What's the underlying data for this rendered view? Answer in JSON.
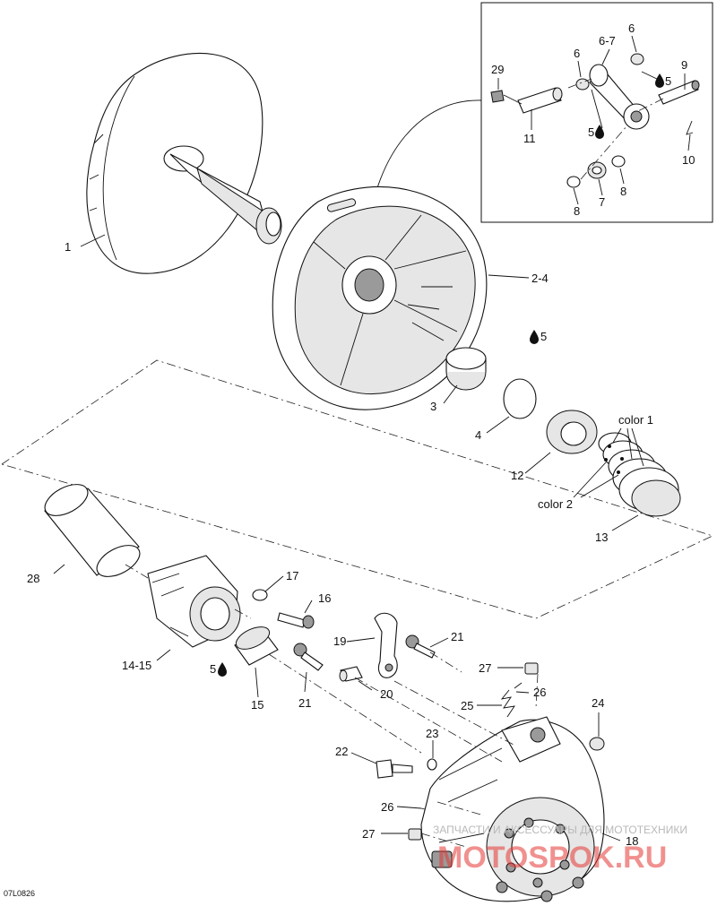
{
  "diagram": {
    "reference_code": "07L0826",
    "watermark": {
      "line1": "ЗАПЧАСТИ И АКСЕССУАРЫ ДЛЯ МОТОТЕХНИКИ",
      "line2": "MOTOSPOK.RU"
    },
    "oil_icon": "oil-drop-icon",
    "callouts": [
      {
        "id": "c1",
        "text": "1"
      },
      {
        "id": "c2",
        "text": "2-4"
      },
      {
        "id": "c3",
        "text": "3"
      },
      {
        "id": "c4",
        "text": "4"
      },
      {
        "id": "c5a",
        "text": "5"
      },
      {
        "id": "c5b",
        "text": "5"
      },
      {
        "id": "c5c",
        "text": "5"
      },
      {
        "id": "c5d",
        "text": "5"
      },
      {
        "id": "c6a",
        "text": "6"
      },
      {
        "id": "c6b",
        "text": "6"
      },
      {
        "id": "c67",
        "text": "6-7"
      },
      {
        "id": "c7",
        "text": "7"
      },
      {
        "id": "c8a",
        "text": "8"
      },
      {
        "id": "c8b",
        "text": "8"
      },
      {
        "id": "c9",
        "text": "9"
      },
      {
        "id": "c10",
        "text": "10"
      },
      {
        "id": "c11",
        "text": "11"
      },
      {
        "id": "c12",
        "text": "12"
      },
      {
        "id": "c13",
        "text": "13"
      },
      {
        "id": "c1415",
        "text": "14-15"
      },
      {
        "id": "c15",
        "text": "15"
      },
      {
        "id": "c16",
        "text": "16"
      },
      {
        "id": "c17",
        "text": "17"
      },
      {
        "id": "c18",
        "text": "18"
      },
      {
        "id": "c19",
        "text": "19"
      },
      {
        "id": "c20",
        "text": "20"
      },
      {
        "id": "c21a",
        "text": "21"
      },
      {
        "id": "c21b",
        "text": "21"
      },
      {
        "id": "c22",
        "text": "22"
      },
      {
        "id": "c23",
        "text": "23"
      },
      {
        "id": "c24",
        "text": "24"
      },
      {
        "id": "c25",
        "text": "25"
      },
      {
        "id": "c26a",
        "text": "26"
      },
      {
        "id": "c26b",
        "text": "26"
      },
      {
        "id": "c27a",
        "text": "27"
      },
      {
        "id": "c27b",
        "text": "27"
      },
      {
        "id": "c28",
        "text": "28"
      },
      {
        "id": "c29",
        "text": "29"
      },
      {
        "id": "ccolor1",
        "text": "color 1"
      },
      {
        "id": "ccolor2",
        "text": "color 2"
      }
    ]
  }
}
